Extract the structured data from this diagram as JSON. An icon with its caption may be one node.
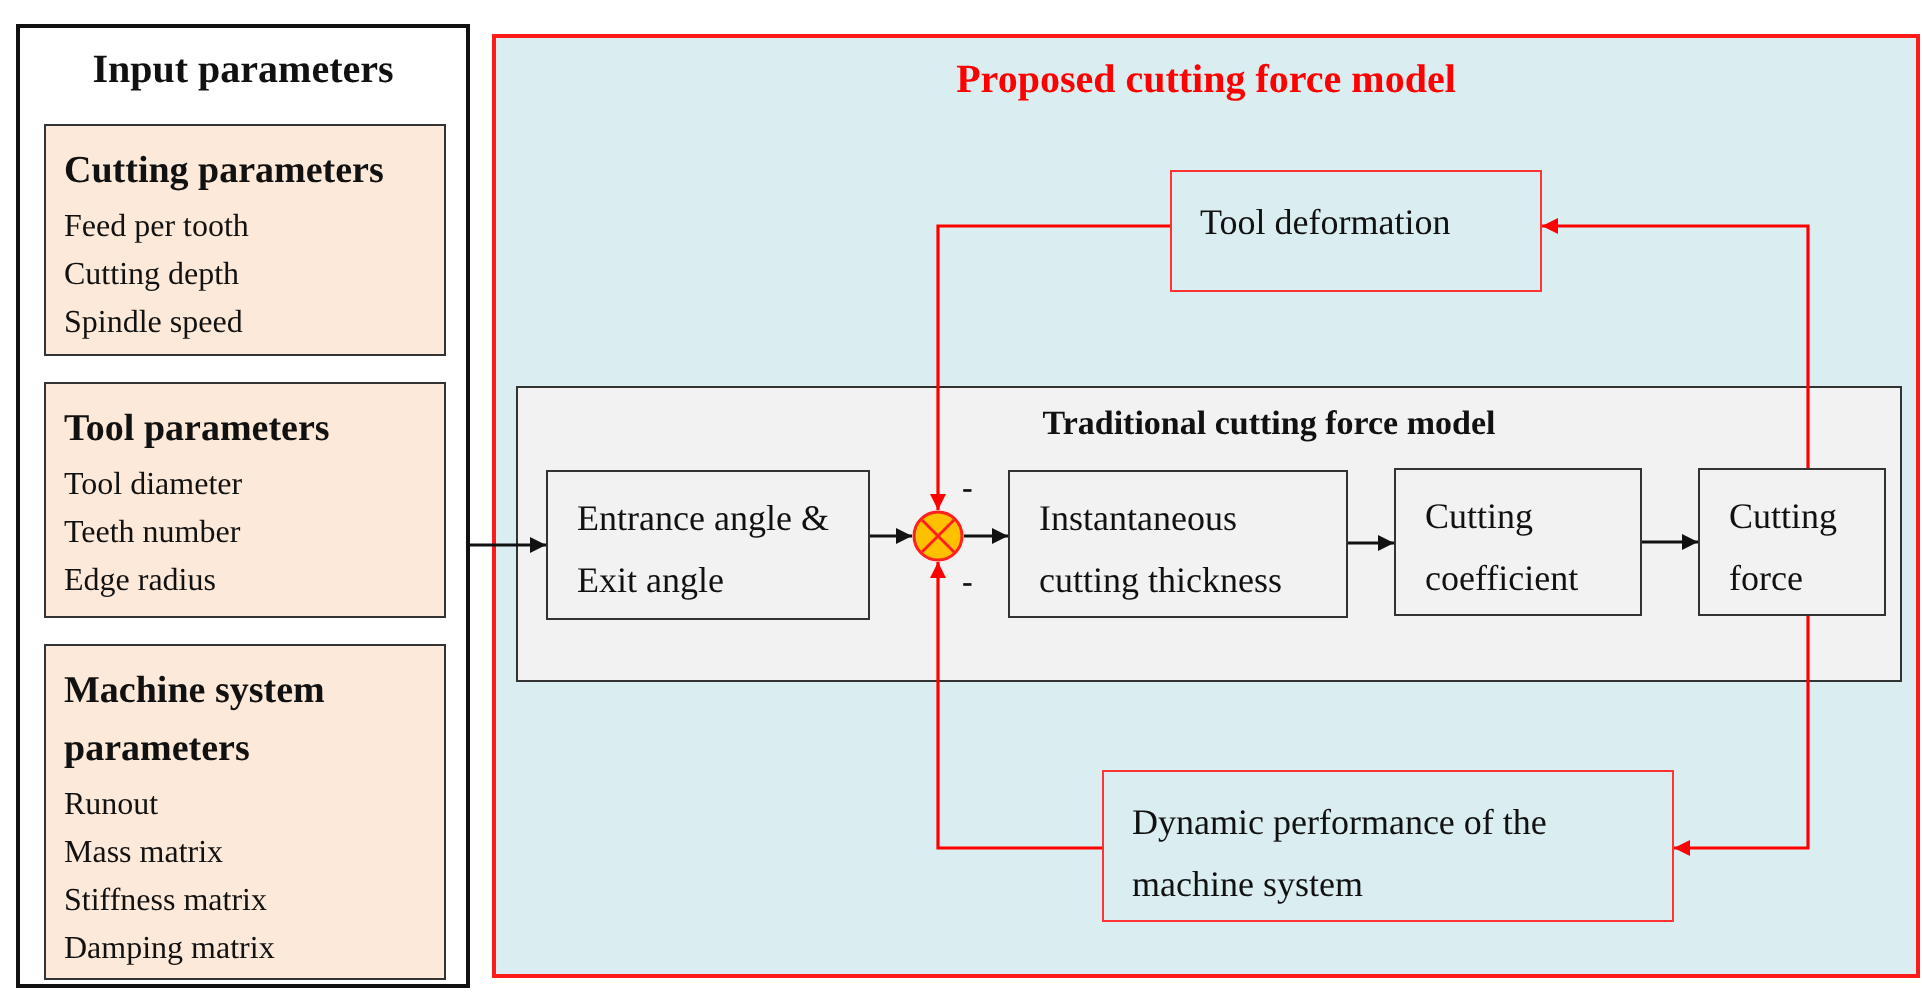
{
  "diagram": {
    "nodes": [
      {
        "text": [
          "Input parameters"
        ]
      },
      {
        "text": [
          "Cutting parameters",
          "Feed per tooth",
          "Cutting depth",
          "Spindle speed"
        ],
        "in": 0
      },
      {
        "text": [
          "Tool parameters",
          "Tool diameter",
          "Teeth number",
          "Edge radius"
        ],
        "in": 0
      },
      {
        "text": [
          "Machine system parameters",
          "Runout",
          "Mass matrix",
          "Stiffness matrix",
          "Damping matrix"
        ],
        "in": 0
      },
      {
        "text": [
          "Proposed cutting force model"
        ]
      },
      {
        "text": [
          "Tool deformation"
        ],
        "in": 4
      },
      {
        "text": [
          "Traditional cutting force model"
        ],
        "in": 4
      },
      {
        "text": [
          "Entrance angle & Exit angle"
        ],
        "in": 6
      },
      {
        "text": [],
        "shape": "circle",
        "in": 6
      },
      {
        "text": [
          "Instantaneous cutting thickness"
        ],
        "in": 6
      },
      {
        "text": [
          "Cutting coefficient"
        ],
        "in": 6
      },
      {
        "text": [
          "Cutting force"
        ],
        "in": 6
      },
      {
        "text": [
          "Dynamic performance of the machine system"
        ],
        "in": 4
      }
    ],
    "edges": [
      {
        "from": 0,
        "to": 7,
        "arrow": "to"
      },
      {
        "from": 7,
        "to": 8,
        "arrow": "to"
      },
      {
        "from": 8,
        "to": 9,
        "arrow": "to"
      },
      {
        "from": 9,
        "to": 10,
        "arrow": "to"
      },
      {
        "from": 10,
        "to": 11,
        "arrow": "to"
      },
      {
        "from": 11,
        "to": 5,
        "arrow": "to",
        "color": "#ff0000"
      },
      {
        "from": 5,
        "to": 8,
        "arrow": "to",
        "color": "#ff0000"
      },
      {
        "from": 11,
        "to": 12,
        "arrow": "to",
        "color": "#ff0000"
      },
      {
        "from": 12,
        "to": 8,
        "arrow": "to",
        "color": "#ff0000"
      }
    ],
    "labels": [
      "-",
      "-"
    ]
  }
}
